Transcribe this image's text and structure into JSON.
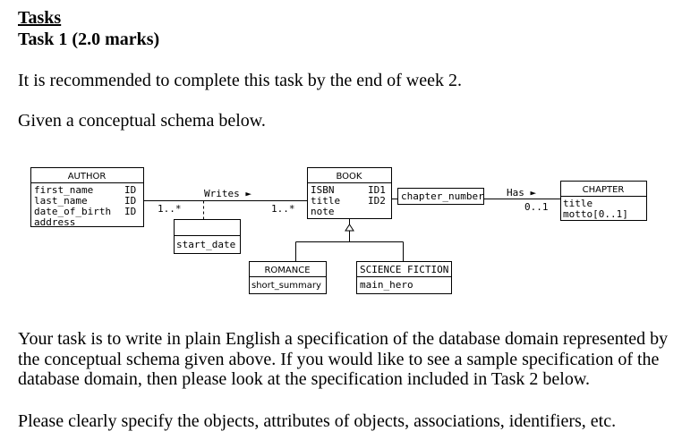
{
  "heading": {
    "section": "Tasks",
    "task": "Task 1 (2.0 marks)"
  },
  "intro": {
    "recommend": "It is recommended to complete this task by the end of week 2.",
    "given": "Given a conceptual schema below."
  },
  "schema": {
    "author": {
      "title": "AUTHOR",
      "attributes": [
        {
          "name": "first_name",
          "id": "ID"
        },
        {
          "name": "last_name",
          "id": "ID"
        },
        {
          "name": "date_of_birth",
          "id": "ID"
        },
        {
          "name": "address",
          "id": ""
        }
      ]
    },
    "writes": {
      "label": "Writes ►",
      "author_mult": "1..*",
      "book_mult": "1..*",
      "attribute": "start_date"
    },
    "book": {
      "title": "BOOK",
      "attributes": [
        {
          "name": "ISBN",
          "id": "ID1"
        },
        {
          "name": "title",
          "id": "ID2"
        },
        {
          "name": "note",
          "id": ""
        }
      ]
    },
    "chapter_number": "chapter_number",
    "has": {
      "label": "Has ►",
      "mult": "0..1"
    },
    "chapter": {
      "title": "CHAPTER",
      "attributes": [
        "title",
        "motto[0..1]"
      ]
    },
    "romance": {
      "title": "ROMANCE",
      "attribute": "short_summary"
    },
    "science_fiction": {
      "title": "SCIENCE FICTION",
      "attribute": "main_hero"
    }
  },
  "body": {
    "task": "Your task is to write in plain English a specification of the database domain represented by the conceptual schema given above. If you would like to see a sample specification of the database domain, then please look at the specification included in Task 2 below.",
    "please": "Please clearly specify the objects, attributes of objects, associations, identifiers, etc."
  }
}
